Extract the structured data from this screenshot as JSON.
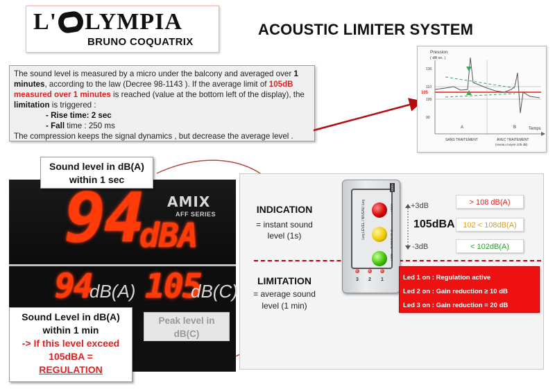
{
  "logo": {
    "main_left": "L'",
    "main_right": "LYMPIA",
    "sub": "BRUNO COQUATRIX"
  },
  "title": "ACOUSTIC LIMITER SYSTEM",
  "description": {
    "p1_a": "The sound level is measured by a micro under the balcony and averaged over ",
    "p1_b": "1 minutes",
    "p1_c": ", according to the law (Decree 98-1143 ). If the average limit of ",
    "p1_d": "105dB measured over 1 minutes",
    "p1_e": " is reached (value at the bottom left of the display), the ",
    "p1_f": "limitation",
    "p1_g": " is triggered :",
    "rise_label": "- Rise",
    "rise_value": " time: 2 sec",
    "fall_label": "- Fall",
    "fall_value": " time : 250 ms",
    "p2": "The compression keeps the signal dynamics , but decrease the average level ."
  },
  "graph": {
    "ylabel_1": "Pression",
    "ylabel_2": "( dB sn. )",
    "xlabel": "Temps",
    "ticks": [
      "130",
      "110",
      "105",
      "100",
      "90"
    ],
    "label_a": "A",
    "label_b": "B",
    "caption_a": "SANS TRAITEMENT",
    "caption_b_1": "AVEC TRAITEMENT",
    "caption_b_2": "(niveau moyen 105 dB)",
    "colors": {
      "limit": "#e02020",
      "arrow": "#3aa55a"
    }
  },
  "display": {
    "brand": "AMIX",
    "series": "AFF SERIES",
    "big_value": "94",
    "big_unit": "dBA",
    "left_value": "94",
    "left_unit": "dB(A)",
    "right_value": "105",
    "right_unit": "dB(C)",
    "segment_color": "#ff3b0a"
  },
  "callouts": {
    "one_sec_1": "Sound level in dB(A)",
    "one_sec_2": "within 1 sec",
    "one_min_1": "Sound Level in dB(A)",
    "one_min_2": "within 1 min",
    "one_min_3": "-> If this level exceed",
    "one_min_4": "105dBA =",
    "one_min_5": "REGULATION",
    "peak_1": "Peak level in",
    "peak_2": "dB(C)"
  },
  "indication": {
    "title": "INDICATION",
    "sub_1": "= instant sound",
    "sub_2": "level (1s)"
  },
  "limitation": {
    "title": "LIMITATION",
    "sub_1": "= average sound",
    "sub_2": "level (1 min)"
  },
  "device": {
    "strip_label": "Leq LEVEL / NIVEAU Leq",
    "high_label": "HIGH",
    "threshold_label": "THRESHOLD",
    "low_label": "LOW",
    "brand": "AMIX",
    "led_numbers": [
      "3",
      "2",
      "1"
    ]
  },
  "scale": {
    "top": "+3dB",
    "middle": "105dBA",
    "bottom": "-3dB"
  },
  "levels": {
    "high": "> 108 dB(A)",
    "mid": "102 < 108dB(A)",
    "low": "< 102dB(A)"
  },
  "regulation": {
    "led1": "Led 1 on : Regulation active",
    "led2": "Led 2 on : Gain reduction ≥ 10 dB",
    "led3": "Led 3 on : Gain reduction = 20 dB"
  }
}
